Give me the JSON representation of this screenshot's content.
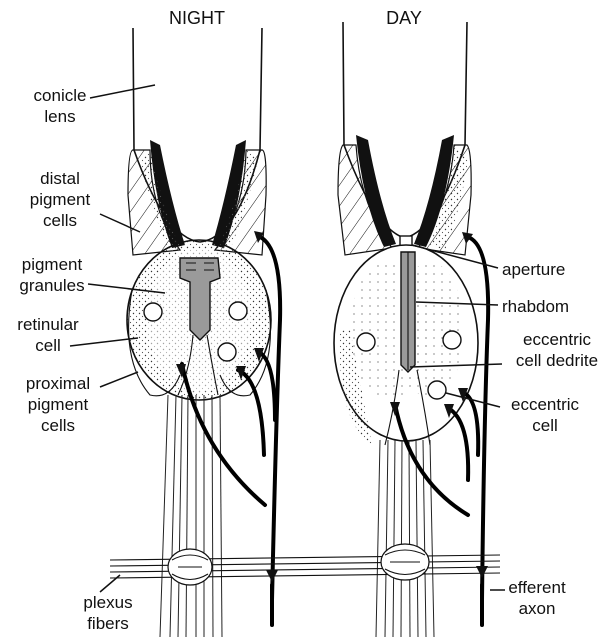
{
  "titles": {
    "night": "NIGHT",
    "day": "DAY"
  },
  "labels": {
    "conicle_lens": [
      "conicle",
      "lens"
    ],
    "distal_pigment_cells": [
      "distal",
      "pigment",
      "cells"
    ],
    "pigment_granules": [
      "pigment",
      "granules"
    ],
    "retinular_cell": [
      "retinular",
      "cell"
    ],
    "proximal_pigment_cells": [
      "proximal",
      "pigment",
      "cells"
    ],
    "plexus_fibers": [
      "plexus",
      "fibers"
    ],
    "aperture": [
      "aperture"
    ],
    "rhabdom": [
      "rhabdom"
    ],
    "eccentric_cell_dedrite": [
      "eccentric",
      "cell dedrite"
    ],
    "eccentric_cell": [
      "eccentric",
      "cell"
    ],
    "efferent_axon": [
      "efferent",
      "axon"
    ]
  },
  "colors": {
    "ink": "#111111",
    "rhabdom_gray": "#9a9a9a",
    "background": "#ffffff"
  }
}
